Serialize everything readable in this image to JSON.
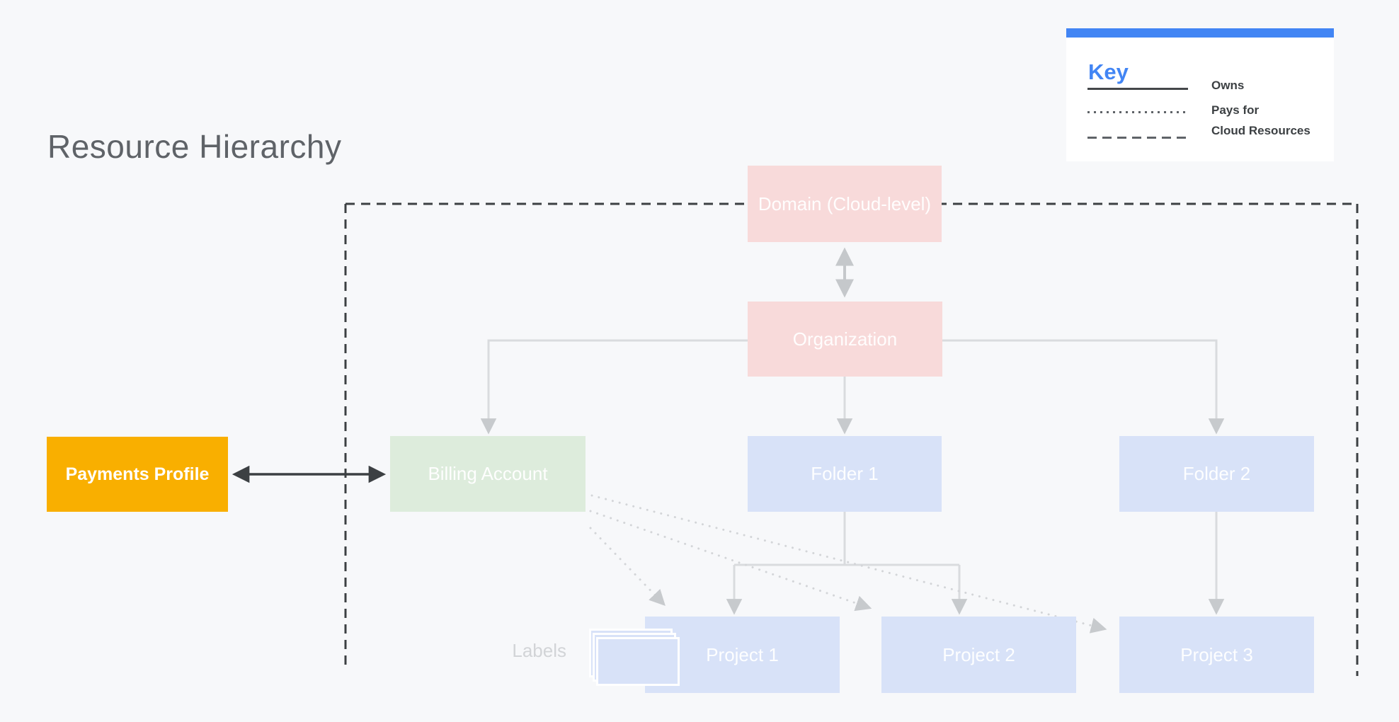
{
  "page": {
    "title": "Resource Hierarchy"
  },
  "key": {
    "title": "Key",
    "items": [
      {
        "line_style": "solid",
        "label": "Owns"
      },
      {
        "line_style": "dotted",
        "label": "Pays for"
      },
      {
        "line_style": "dashed",
        "label": "Cloud Resources"
      }
    ]
  },
  "nodes": {
    "payments_profile": {
      "label": "Payments Profile"
    },
    "billing_account": {
      "label": "Billing Account"
    },
    "domain": {
      "label": "Domain (Cloud-level)"
    },
    "organization": {
      "label": "Organization"
    },
    "folder1": {
      "label": "Folder 1"
    },
    "folder2": {
      "label": "Folder 2"
    },
    "project1": {
      "label": "Project 1"
    },
    "project2": {
      "label": "Project 2"
    },
    "project3": {
      "label": "Project 3"
    }
  },
  "annotations": {
    "labels_caption": "Labels"
  },
  "colors": {
    "background": "#F7F8FA",
    "org_pink": "#F8DADA",
    "billing_green": "#DDECDC",
    "resource_blue": "#D8E2F8",
    "payments_yellow": "#F9AF00",
    "key_accent_blue": "#4285F4",
    "dark_line": "#3C4043",
    "light_line": "#D9DBDE"
  },
  "edges": [
    {
      "from": "Domain (Cloud-level)",
      "to": "Organization",
      "type": "owns",
      "bidirectional": true
    },
    {
      "from": "Organization",
      "to": "Billing Account",
      "type": "owns"
    },
    {
      "from": "Organization",
      "to": "Folder 1",
      "type": "owns"
    },
    {
      "from": "Organization",
      "to": "Folder 2",
      "type": "owns"
    },
    {
      "from": "Folder 1",
      "to": "Project 1",
      "type": "owns"
    },
    {
      "from": "Folder 1",
      "to": "Project 2",
      "type": "owns"
    },
    {
      "from": "Folder 2",
      "to": "Project 3",
      "type": "owns"
    },
    {
      "from": "Payments Profile",
      "to": "Billing Account",
      "type": "linked",
      "bidirectional": true
    },
    {
      "from": "Billing Account",
      "to": "Project 1",
      "type": "pays_for"
    },
    {
      "from": "Billing Account",
      "to": "Project 2",
      "type": "pays_for"
    },
    {
      "from": "Billing Account",
      "to": "Project 3",
      "type": "pays_for"
    }
  ]
}
